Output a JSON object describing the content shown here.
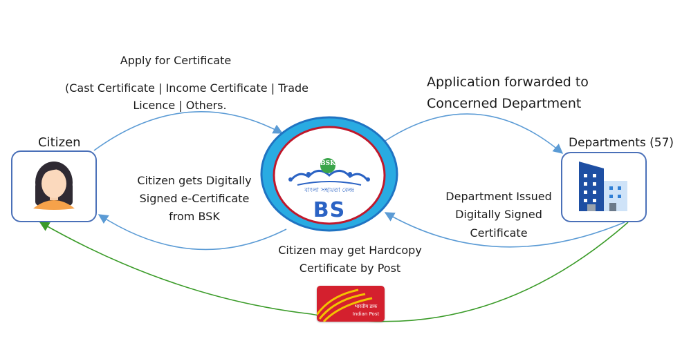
{
  "colors": {
    "arrow_blue": "#5b9bd5",
    "arrow_green": "#3a9b28",
    "box_border": "#4a70b8",
    "ring_outer": "#1f73c2",
    "ring_fill": "#29abe2",
    "ring_inner": "#c0182b",
    "bs_text": "#2b63c4",
    "post_red": "#d4202e",
    "post_yellow": "#f3c300"
  },
  "citizen": {
    "label": "Citizen",
    "icon": "woman-avatar-icon"
  },
  "departments": {
    "label": "Departments (57)",
    "icon": "office-building-icon"
  },
  "bsk": {
    "badge_text": "BSK",
    "script_text": "বাংলা সহায়তা কেন্দ্র",
    "initials": "BS",
    "icon": "crown-logo-icon"
  },
  "labels": {
    "apply_title": "Apply for Certificate",
    "apply_line1": "(Cast Certificate  |  Income Certificate  |  Trade",
    "apply_line2": "Licence  |  Others.",
    "forward_line1": "Application forwarded to",
    "forward_line2": "Concerned Department",
    "citizen_gets_line1": "Citizen gets Digitally",
    "citizen_gets_line2": "Signed e-Certificate",
    "citizen_gets_line3": "from BSK",
    "dept_issued_line1": "Department Issued",
    "dept_issued_line2": "Digitally Signed",
    "dept_issued_line3": "Certificate",
    "hardcopy_line1": "Citizen may get Hardcopy",
    "hardcopy_line2": "Certificate by Post"
  },
  "post": {
    "hindi_text": "भारतीय डाक",
    "english_text": "Indian Post",
    "icon": "indian-post-logo-icon"
  }
}
